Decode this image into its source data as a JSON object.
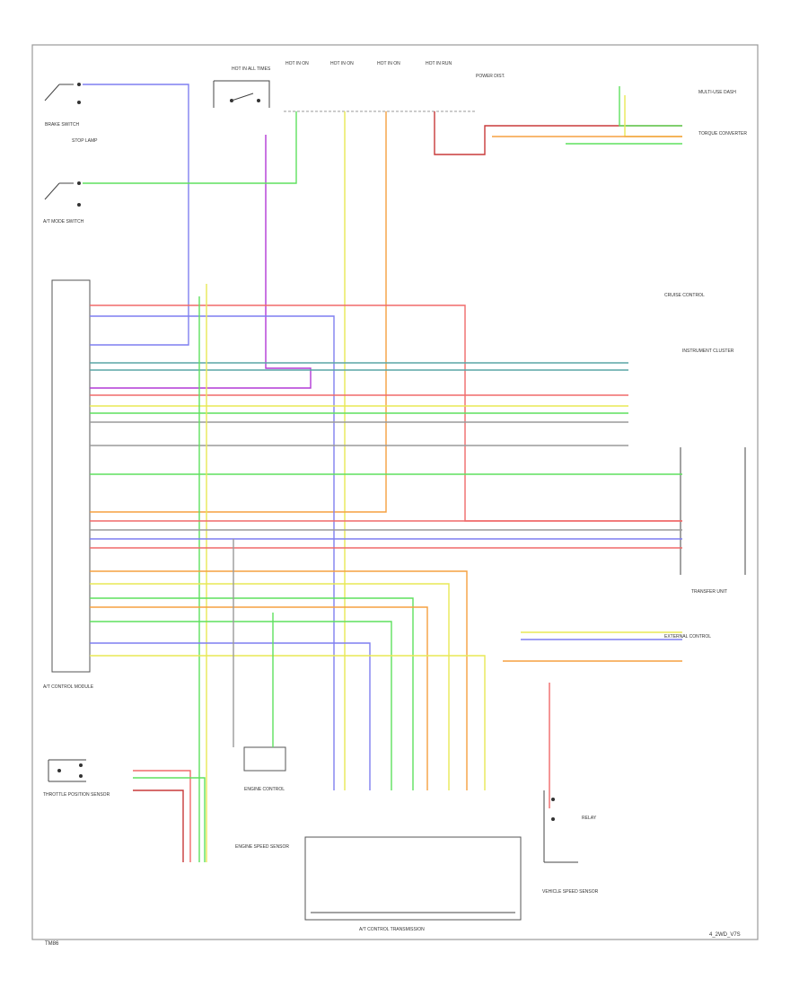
{
  "diagram": {
    "footer_left": "TM86",
    "footer_right": "4_2WD_V7S",
    "main_unit_label": "A/T CONTROL MODULE",
    "transmission_label": "A/T CONTROL TRANSMISSION",
    "top_fuse_labels": [
      "HOT IN ALL TIMES",
      "HOT IN ON",
      "HOT IN ON",
      "HOT IN ON",
      "HOT IN RUN",
      "POWER DIST."
    ],
    "left_labels": [
      "BRAKE SWITCH",
      "STOP LAMP",
      "A/T MODE SWITCH",
      "THROTTLE POSITION SENSOR"
    ],
    "right_labels": [
      "MULTI-USE DASH",
      "TORQUE CONVERTER",
      "CRUISE CONTROL",
      "INSTRUMENT CLUSTER",
      "TRANSFER UNIT",
      "ENGINE CONTROL",
      "EXTERNAL CONTROL"
    ],
    "bottom_labels": [
      "ENGINE SPEED SENSOR",
      "VEHICLE SPEED SENSOR",
      "RELAY"
    ]
  },
  "colors": {
    "wire_blue": "#7f7ff0",
    "wire_purple": "#b23ad6",
    "wire_red": "#f06a6a",
    "wire_green": "#5fe05f",
    "wire_yellow": "#e8e855",
    "wire_orange": "#f5a040",
    "wire_gray": "#9a9a9a",
    "wire_teal": "#5aa6a6",
    "wire_darkred": "#c83a3a"
  }
}
